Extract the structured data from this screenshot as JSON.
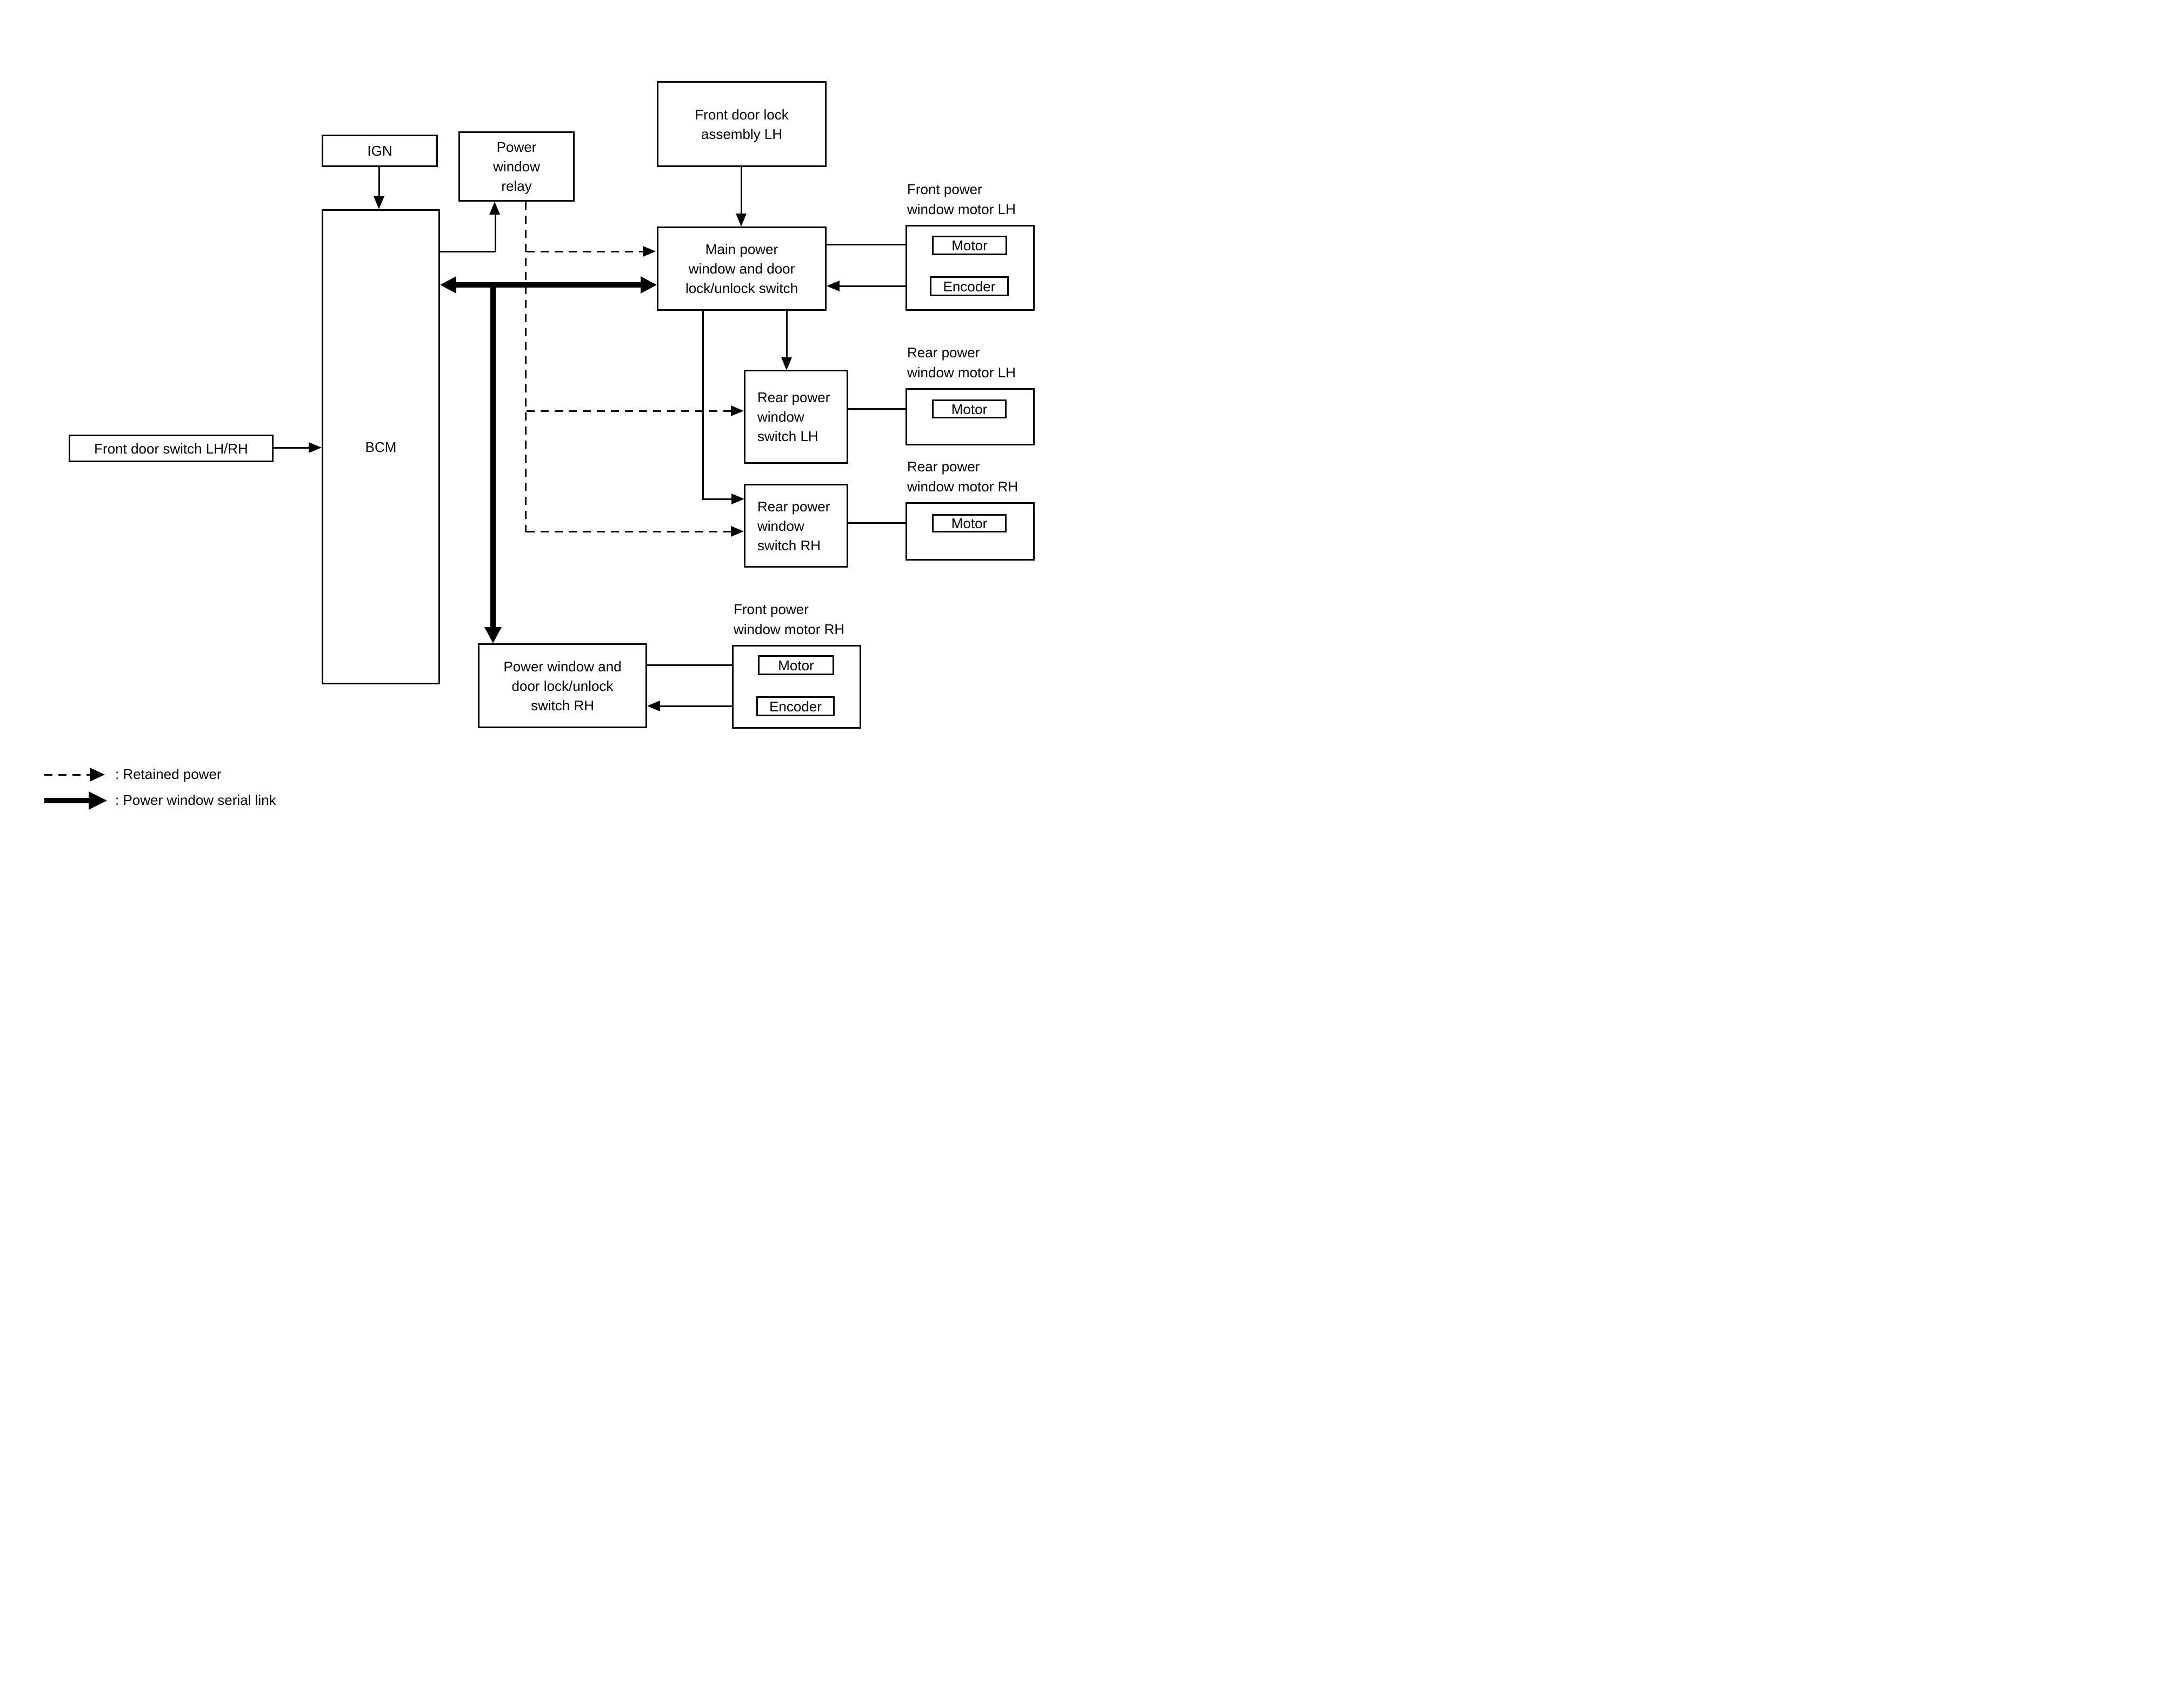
{
  "diagram": {
    "colors": {
      "line": "#000000",
      "background": "#ffffff"
    },
    "boxes": {
      "ign": "IGN",
      "relay": "Power\nwindow\nrelay",
      "front_door_lock_assembly_lh": "Front door lock\nassembly LH",
      "main_switch": "Main power\nwindow and door\nlock/unlock switch",
      "bcm": "BCM",
      "front_door_switch": "Front door switch LH/RH",
      "rear_switch_lh": "Rear power\nwindow\nswitch LH",
      "rear_switch_rh": "Rear power\nwindow\nswitch RH",
      "switch_rh": "Power window and\ndoor lock/unlock\nswitch RH",
      "motor": "Motor",
      "encoder": "Encoder"
    },
    "motor_group_labels": {
      "front_lh": "Front power\nwindow motor LH",
      "rear_lh": "Rear power\nwindow motor LH",
      "rear_rh": "Rear power\nwindow motor RH",
      "front_rh": "Front power\nwindow motor RH"
    },
    "legend": {
      "retained_power": ": Retained power",
      "serial_link": ": Power window serial link"
    }
  }
}
